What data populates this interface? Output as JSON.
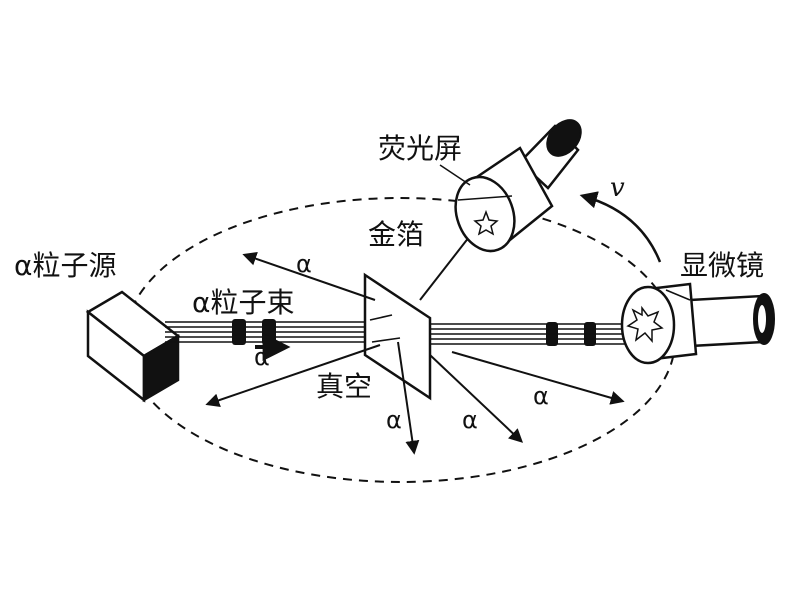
{
  "labels": {
    "source": "α粒子源",
    "beam": "α粒子束",
    "foil": "金箔",
    "screen": "荧光屏",
    "microscope": "显微镜",
    "vacuum": "真空",
    "velocity": "v",
    "alpha": "α"
  },
  "colors": {
    "ink": "#111111",
    "paper": "#ffffff",
    "foil_fill": "#ffffff"
  },
  "icons": [
    "alpha-source-box",
    "gold-foil-sheet",
    "fluorescent-screen-cylinder",
    "microscope"
  ]
}
